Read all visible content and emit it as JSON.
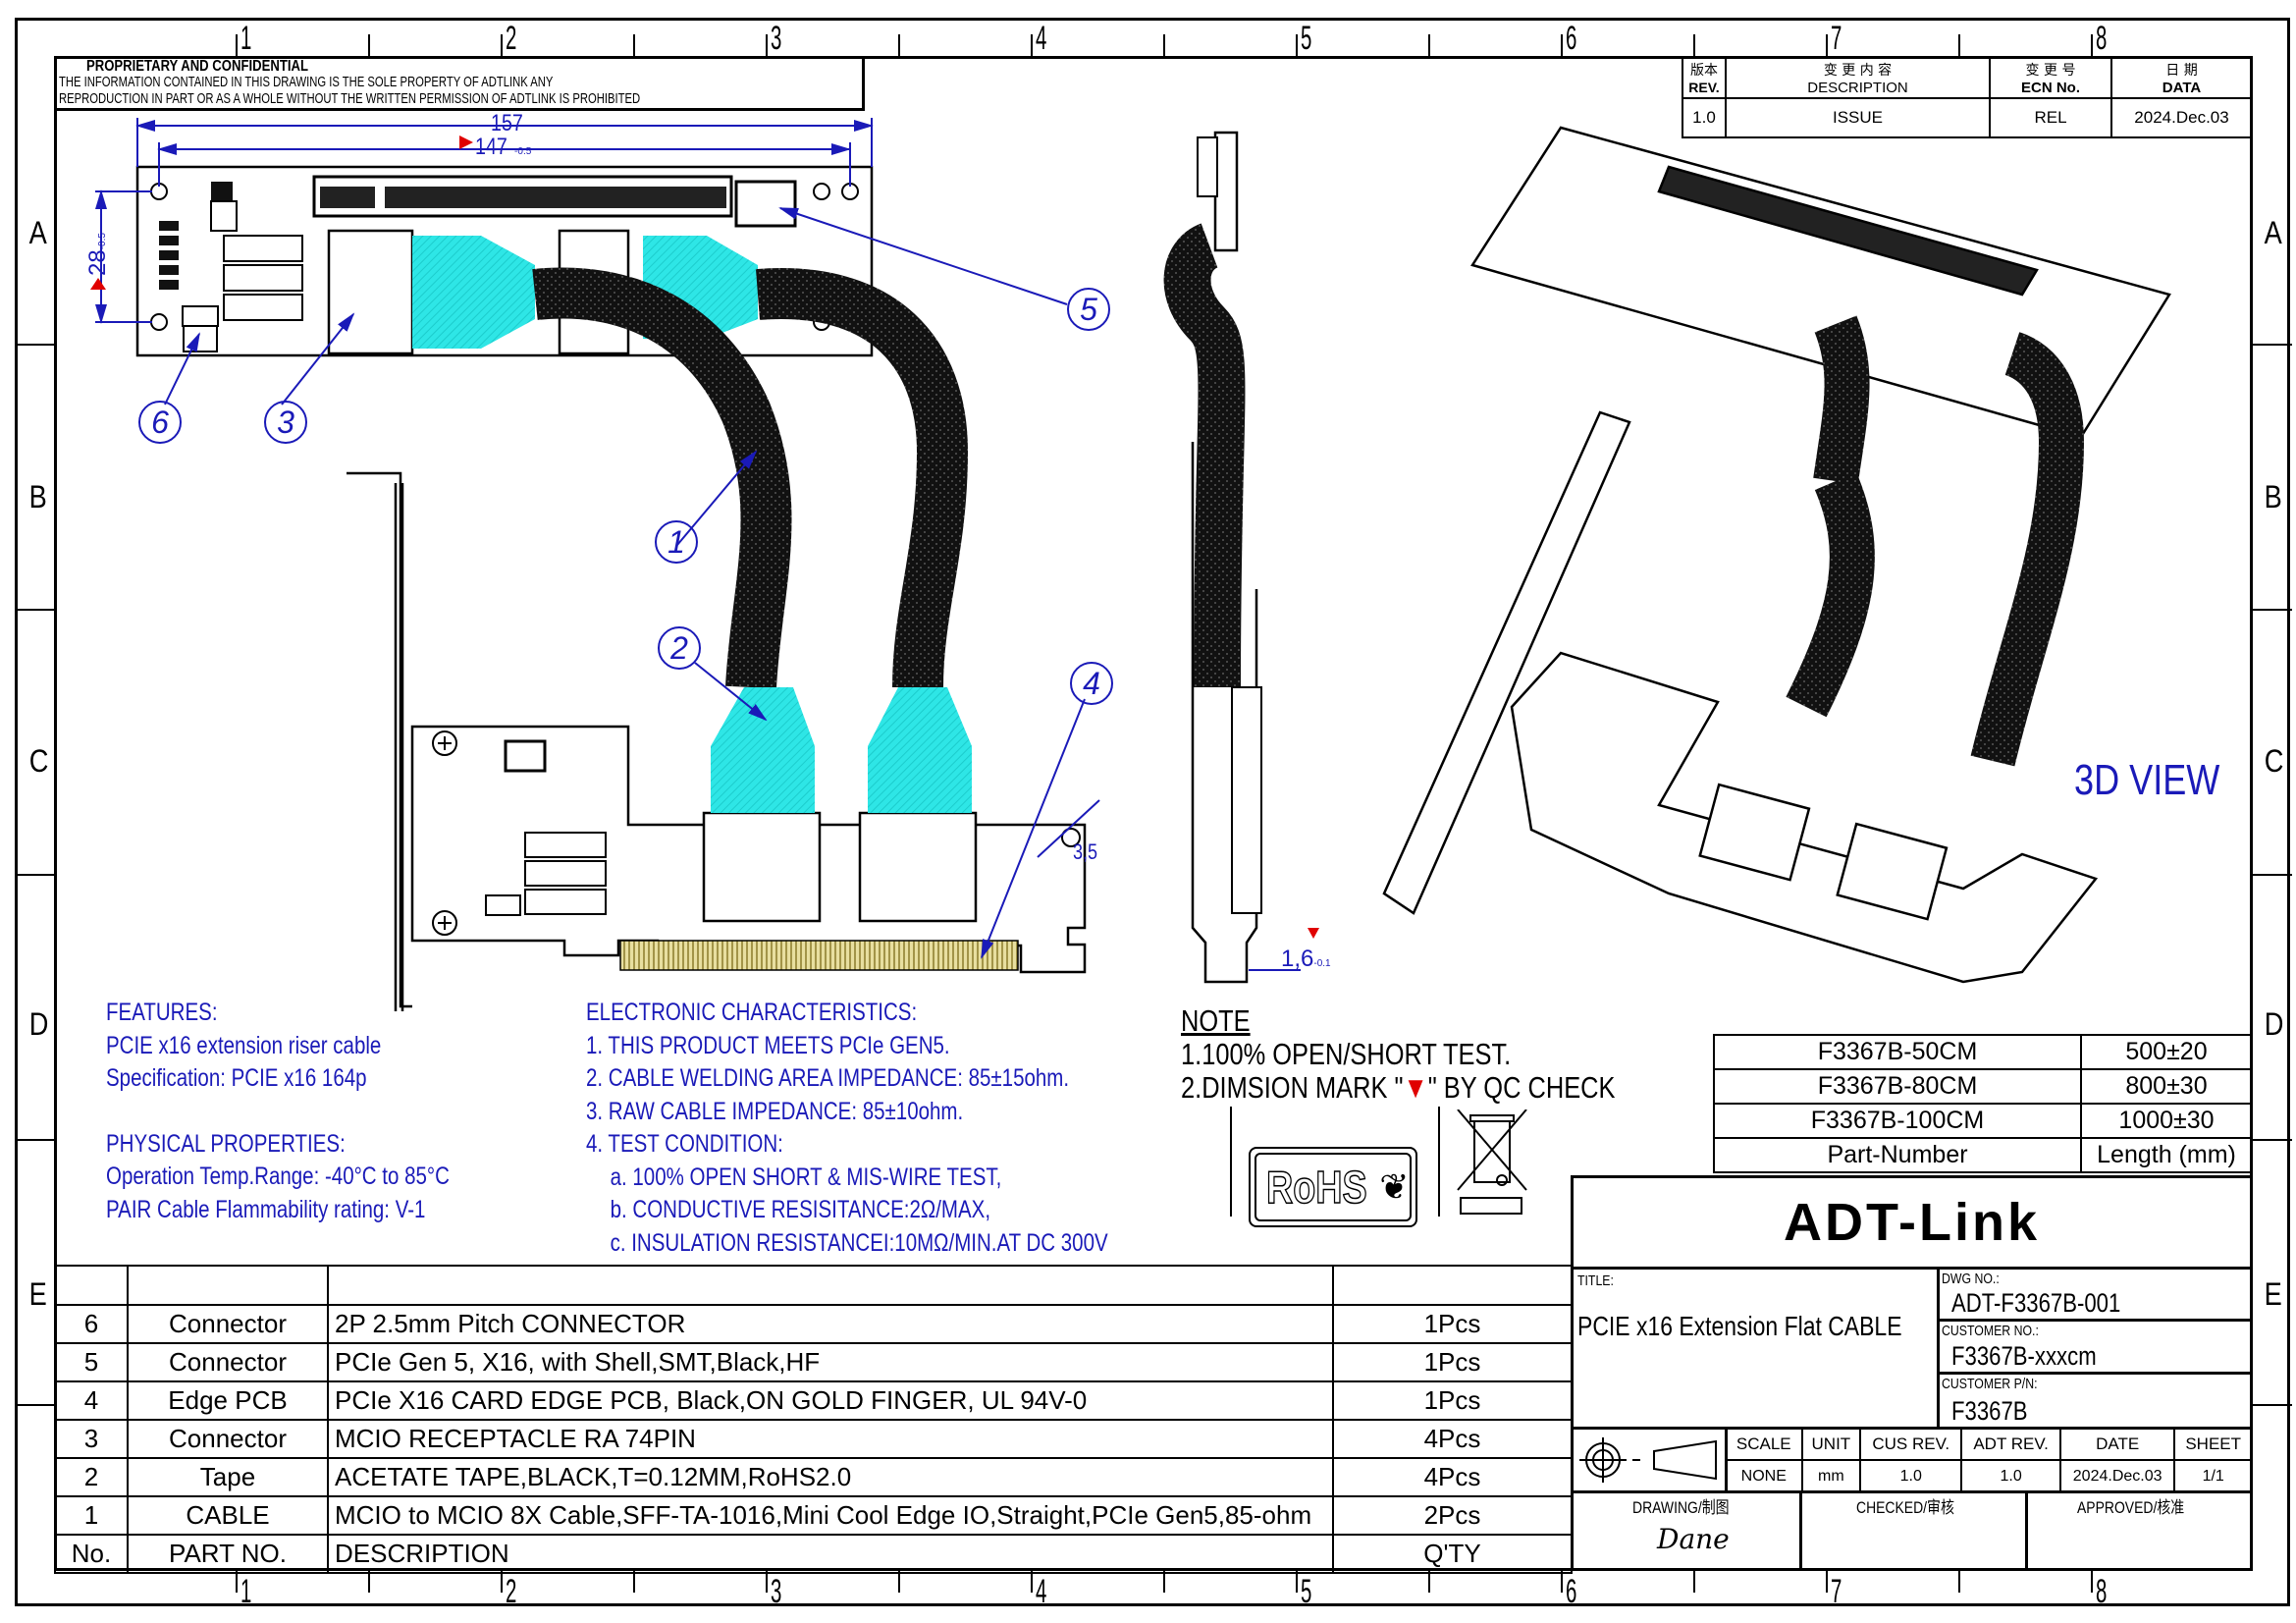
{
  "border": {
    "columns": [
      "1",
      "2",
      "3",
      "4",
      "5",
      "6",
      "7",
      "8"
    ],
    "rows": [
      "A",
      "B",
      "C",
      "D",
      "E"
    ]
  },
  "proprietary": {
    "title": "PROPRIETARY AND CONFIDENTIAL",
    "line1": "THE INFORMATION CONTAINED IN THIS DRAWING IS THE SOLE PROPERTY OF ADTLINK ANY",
    "line2": "REPRODUCTION IN PART OR AS A WHOLE WITHOUT THE WRITTEN PERMISSION OF ADTLINK IS PROHIBITED"
  },
  "revision_table": {
    "headers": [
      {
        "cn": "版本",
        "en": "REV."
      },
      {
        "cn": "变 更 内 容",
        "en": "DESCRIPTION"
      },
      {
        "cn": "变 更 号",
        "en": "ECN No."
      },
      {
        "cn": "日 期",
        "en": "DATA"
      }
    ],
    "rows": [
      {
        "rev": "1.0",
        "description": "ISSUE",
        "ecn": "REL",
        "date": "2024.Dec.03"
      }
    ]
  },
  "dimensions": {
    "overall_width": "157",
    "hole_pitch": "147",
    "hole_pitch_tol": "-0.5",
    "height": "28",
    "height_tol": "-0.5",
    "hole_dia": "3,5",
    "bracket_thickness": "1,6",
    "bracket_thickness_tol": "-0.1"
  },
  "balloons": [
    "1",
    "2",
    "3",
    "4",
    "5",
    "6"
  ],
  "view_label": "3D VIEW",
  "features": {
    "heading": "FEATURES:",
    "items": [
      "PCIE x16 extension riser cable",
      "Specification: PCIE x16 164p"
    ]
  },
  "physical": {
    "heading": "PHYSICAL PROPERTIES:",
    "items": [
      "Operation Temp.Range: -40°C to 85°C",
      "PAIR Cable Flammability rating:  V-1"
    ]
  },
  "electronic": {
    "heading": "ELECTRONIC CHARACTERISTICS:",
    "items": [
      "1. THIS PRODUCT MEETS PCIe GEN5.",
      "2. CABLE WELDING AREA IMPEDANCE: 85±15ohm.",
      "3. RAW CABLE IMPEDANCE: 85±10ohm.",
      "4. TEST CONDITION:",
      "a. 100% OPEN SHORT & MIS-WIRE TEST,",
      "b. CONDUCTIVE RESISITANCE:2Ω/MAX,",
      "c. INSULATION RESISTANCEI:10MΩ/MIN.AT DC 300V"
    ]
  },
  "note": {
    "heading": "NOTE",
    "line1": "1.100% OPEN/SHORT TEST.",
    "line2_pre": "2.DIMSION MARK \"",
    "line2_mark": "▼",
    "line2_post": "\" BY QC CHECK"
  },
  "compliance": {
    "rohs": "RoHS",
    "weee": "WEEE crossed-out bin"
  },
  "length_table": {
    "rows": [
      {
        "part": "F3367B-50CM",
        "length": "500±20"
      },
      {
        "part": "F3367B-80CM",
        "length": "800±30"
      },
      {
        "part": "F3367B-100CM",
        "length": "1000±30"
      }
    ],
    "header": {
      "part": "Part-Number",
      "length": "Length (mm)"
    }
  },
  "bom": {
    "header": {
      "no": "No.",
      "part": "PART NO.",
      "desc": "DESCRIPTION",
      "qty": "Q'TY"
    },
    "rows": [
      {
        "no": "6",
        "part": "Connector",
        "desc": "2P 2.5mm Pitch CONNECTOR",
        "qty": "1Pcs"
      },
      {
        "no": "5",
        "part": "Connector",
        "desc": "PCIe Gen 5, X16, with Shell,SMT,Black,HF",
        "qty": "1Pcs"
      },
      {
        "no": "4",
        "part": "Edge PCB",
        "desc": "PCIe X16 CARD EDGE PCB, Black,ON GOLD FINGER, UL 94V-0",
        "qty": "1Pcs"
      },
      {
        "no": "3",
        "part": "Connector",
        "desc": "MCIO RECEPTACLE RA 74PIN",
        "qty": "4Pcs"
      },
      {
        "no": "2",
        "part": "Tape",
        "desc": "ACETATE TAPE,BLACK,T=0.12MM,RoHS2.0",
        "qty": "4Pcs"
      },
      {
        "no": "1",
        "part": "CABLE",
        "desc": "MCIO to MCIO 8X Cable,SFF-TA-1016,Mini Cool Edge IO,Straight,PCIe Gen5,85-ohm",
        "qty": "2Pcs"
      }
    ]
  },
  "title_block": {
    "company": "ADT-Link",
    "title_label": "TITLE:",
    "title": "PCIE x16 Extension Flat CABLE",
    "dwg_no_label": "DWG NO.:",
    "dwg_no": "ADT-F3367B-001",
    "customer_no_label": "CUSTOMER NO.:",
    "customer_no": "F3367B-xxxcm",
    "customer_pn_label": "CUSTOMER P/N:",
    "customer_pn": "F3367B",
    "info_headers": [
      "SCALE",
      "UNIT",
      "CUS REV.",
      "ADT REV.",
      "DATE",
      "SHEET"
    ],
    "info_values": [
      "NONE",
      "mm",
      "1.0",
      "1.0",
      "2024.Dec.03",
      "1/1"
    ],
    "drawing_label": "DRAWING/制图",
    "checked_label": "CHECKED/审核",
    "approved_label": "APPROVED/核准",
    "drawn_by": "Dane"
  },
  "colors": {
    "annotation_blue": "#1a1ab8",
    "tape_cyan": "#2ee6e6",
    "qc_mark_red": "#e00000",
    "gold_finger": "#b8a23c"
  }
}
